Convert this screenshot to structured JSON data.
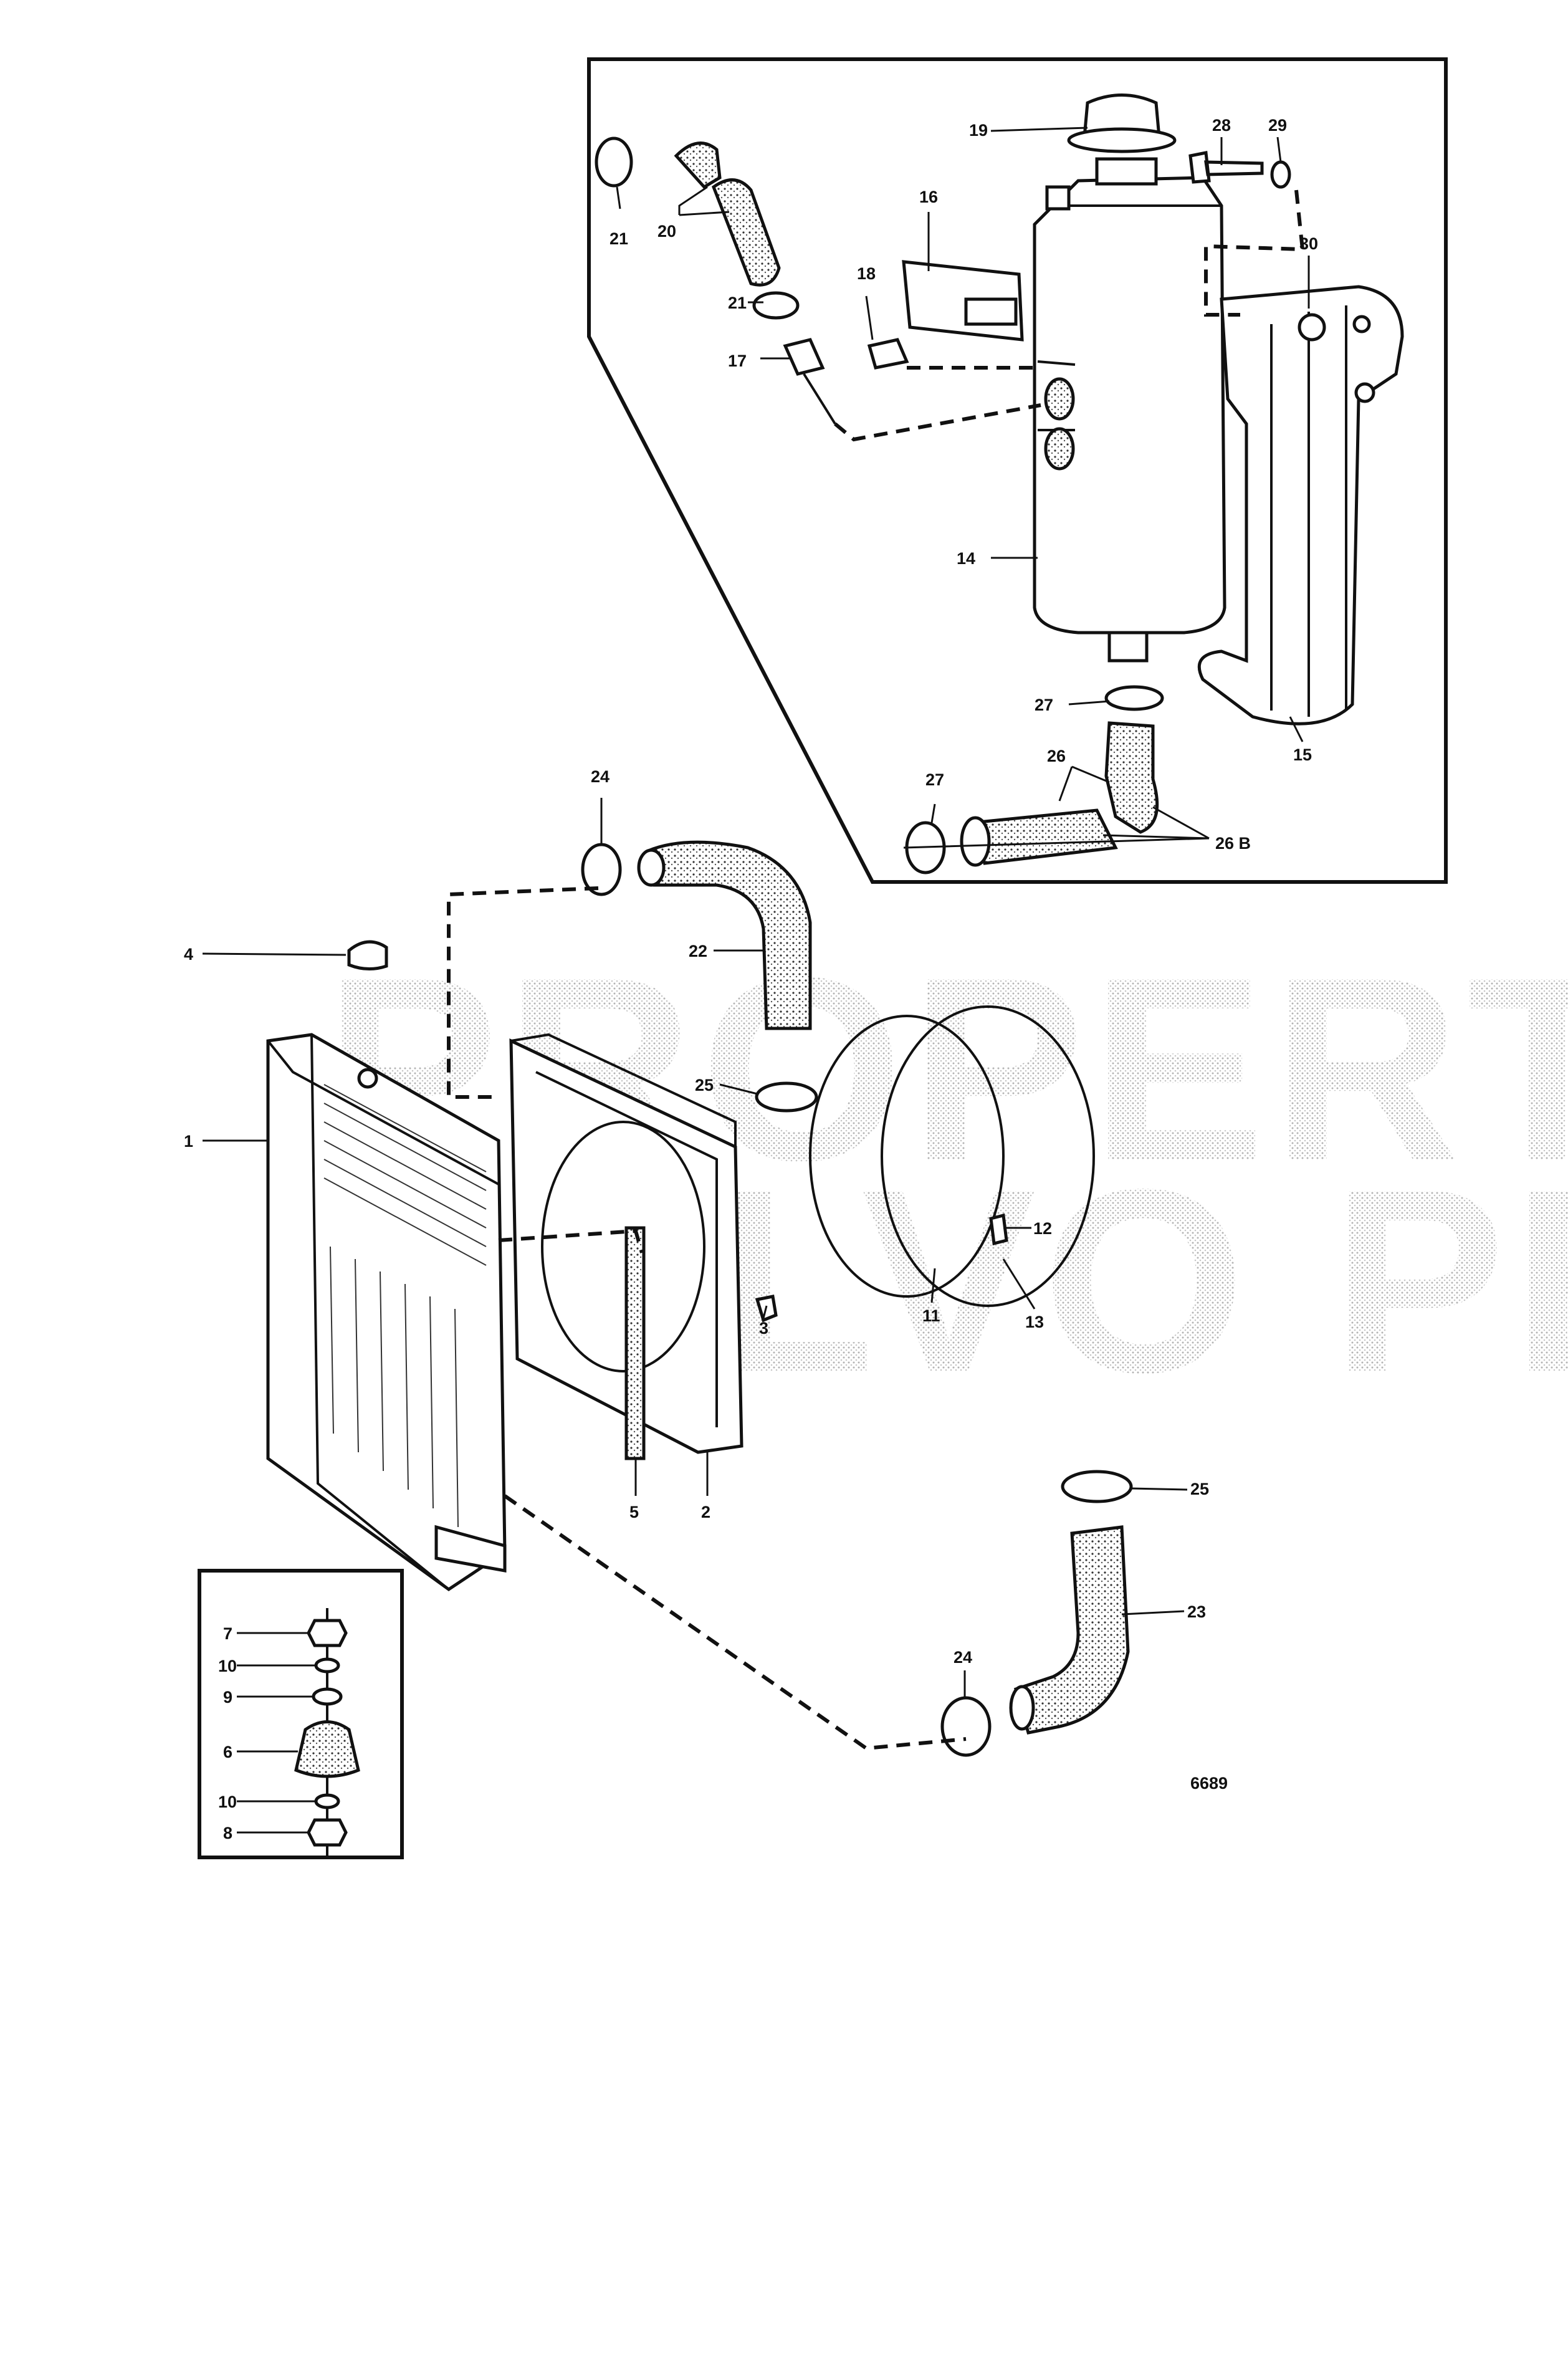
{
  "figure_number": "6689",
  "watermark": {
    "line1": "PROPERTY OF",
    "line2": "VOLVO PENTA"
  },
  "callouts": {
    "c1": "1",
    "c2": "2",
    "c3": "3",
    "c4": "4",
    "c5": "5",
    "c6": "6",
    "c7": "7",
    "c8": "8",
    "c9": "9",
    "c10a": "10",
    "c10b": "10",
    "c11": "11",
    "c12": "12",
    "c13": "13",
    "c14": "14",
    "c15": "15",
    "c16": "16",
    "c17": "17",
    "c18": "18",
    "c19": "19",
    "c20": "20",
    "c21a": "21",
    "c21b": "21",
    "c22": "22",
    "c23": "23",
    "c24a": "24",
    "c24b": "24",
    "c25a": "25",
    "c25b": "25",
    "c26": "26",
    "c26b": "26 B",
    "c27a": "27",
    "c27b": "27",
    "c28": "28",
    "c29": "29",
    "c30": "30"
  },
  "colors": {
    "ink": "#111111",
    "paper": "#ffffff",
    "watermark": "#8a8a8a"
  }
}
